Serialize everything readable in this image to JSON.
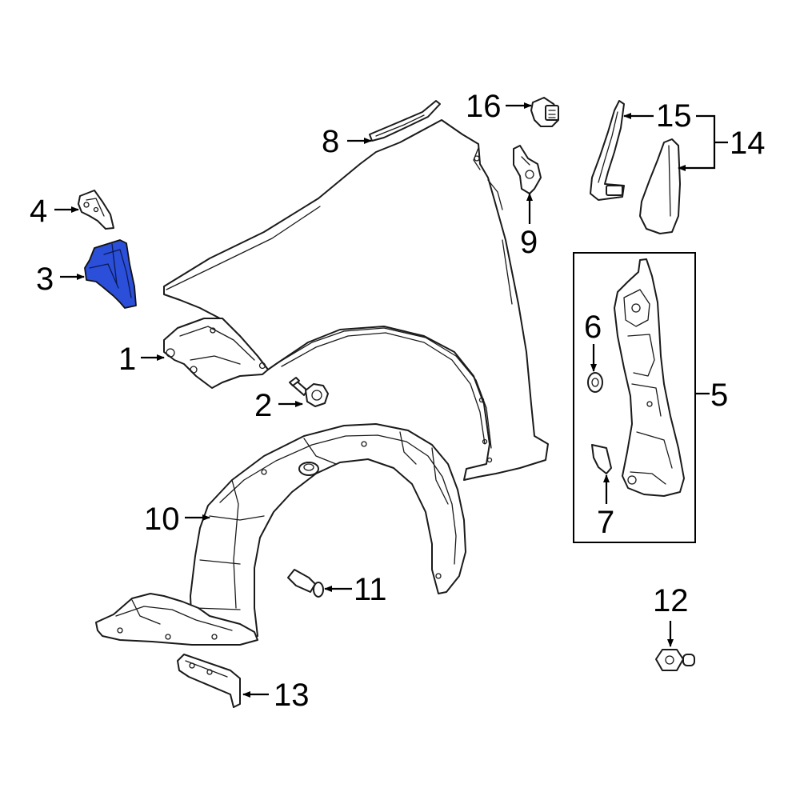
{
  "colors": {
    "highlight": "#2b4fd8",
    "line": "#1a1a1a",
    "background": "#ffffff"
  },
  "callouts": {
    "c1": "1",
    "c2": "2",
    "c3": "3",
    "c4": "4",
    "c5": "5",
    "c6": "6",
    "c7": "7",
    "c8": "8",
    "c9": "9",
    "c10": "10",
    "c11": "11",
    "c12": "12",
    "c13": "13",
    "c14": "14",
    "c15": "15",
    "c16": "16"
  }
}
